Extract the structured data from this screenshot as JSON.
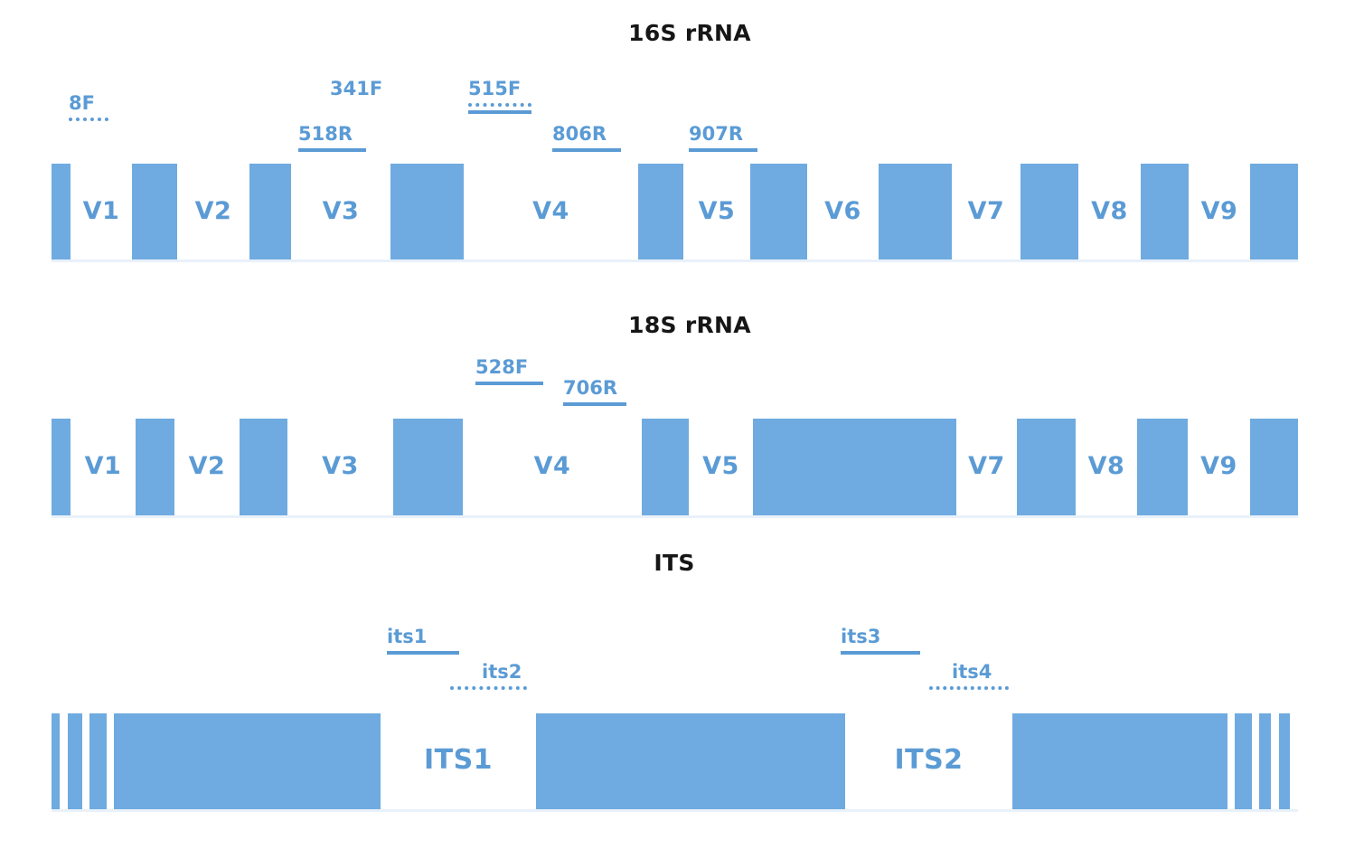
{
  "colors": {
    "blue": "#6FABE0",
    "label_blue": "#5B9BD5",
    "title_black": "#161616",
    "white": "#ffffff"
  },
  "panels": [
    {
      "id": "16s",
      "title": "16S rRNA",
      "primers": [
        {
          "name": "8F",
          "underlines": 1
        },
        {
          "name": "341F",
          "underlines": 0
        },
        {
          "name": "518R",
          "underlines": 1
        },
        {
          "name": "515F",
          "underlines": 2
        },
        {
          "name": "806R",
          "underlines": 1
        },
        {
          "name": "907R",
          "underlines": 1
        }
      ],
      "regions": [
        {
          "label": "V1"
        },
        {
          "label": "V2"
        },
        {
          "label": "V3"
        },
        {
          "label": "V4"
        },
        {
          "label": "V5"
        },
        {
          "label": "V6"
        },
        {
          "label": "V7"
        },
        {
          "label": "V8"
        },
        {
          "label": "V9"
        }
      ]
    },
    {
      "id": "18s",
      "title": "18S rRNA",
      "primers": [
        {
          "name": "528F",
          "underlines": 1
        },
        {
          "name": "706R",
          "underlines": 1
        }
      ],
      "regions": [
        {
          "label": "V1"
        },
        {
          "label": "V2"
        },
        {
          "label": "V3"
        },
        {
          "label": "V4"
        },
        {
          "label": "V5"
        },
        {
          "label": "V7"
        },
        {
          "label": "V8"
        },
        {
          "label": "V9"
        }
      ]
    },
    {
      "id": "its",
      "title": "ITS",
      "primers": [
        {
          "name": "its1",
          "underlines": 1
        },
        {
          "name": "its2",
          "underlines": 1
        },
        {
          "name": "its3",
          "underlines": 1
        },
        {
          "name": "its4",
          "underlines": 1
        }
      ],
      "regions": [
        {
          "label": "ITS1"
        },
        {
          "label": "ITS2"
        }
      ]
    }
  ],
  "titles": {
    "t16s": "16S rRNA",
    "t18s": "18S rRNA",
    "tits": "ITS"
  },
  "p16s": {
    "p8F": "8F",
    "p341F": "341F",
    "p518R": "518R",
    "p515F": "515F",
    "p806R": "806R",
    "p907R": "907R",
    "v1": "V1",
    "v2": "V2",
    "v3": "V3",
    "v4": "V4",
    "v5": "V5",
    "v6": "V6",
    "v7": "V7",
    "v8": "V8",
    "v9": "V9"
  },
  "p18s": {
    "p528F": "528F",
    "p706R": "706R",
    "v1": "V1",
    "v2": "V2",
    "v3": "V3",
    "v4": "V4",
    "v5": "V5",
    "v7": "V7",
    "v8": "V8",
    "v9": "V9"
  },
  "pits": {
    "its1": "its1",
    "its2": "its2",
    "its3": "its3",
    "its4": "its4",
    "r1": "ITS1",
    "r2": "ITS2"
  }
}
